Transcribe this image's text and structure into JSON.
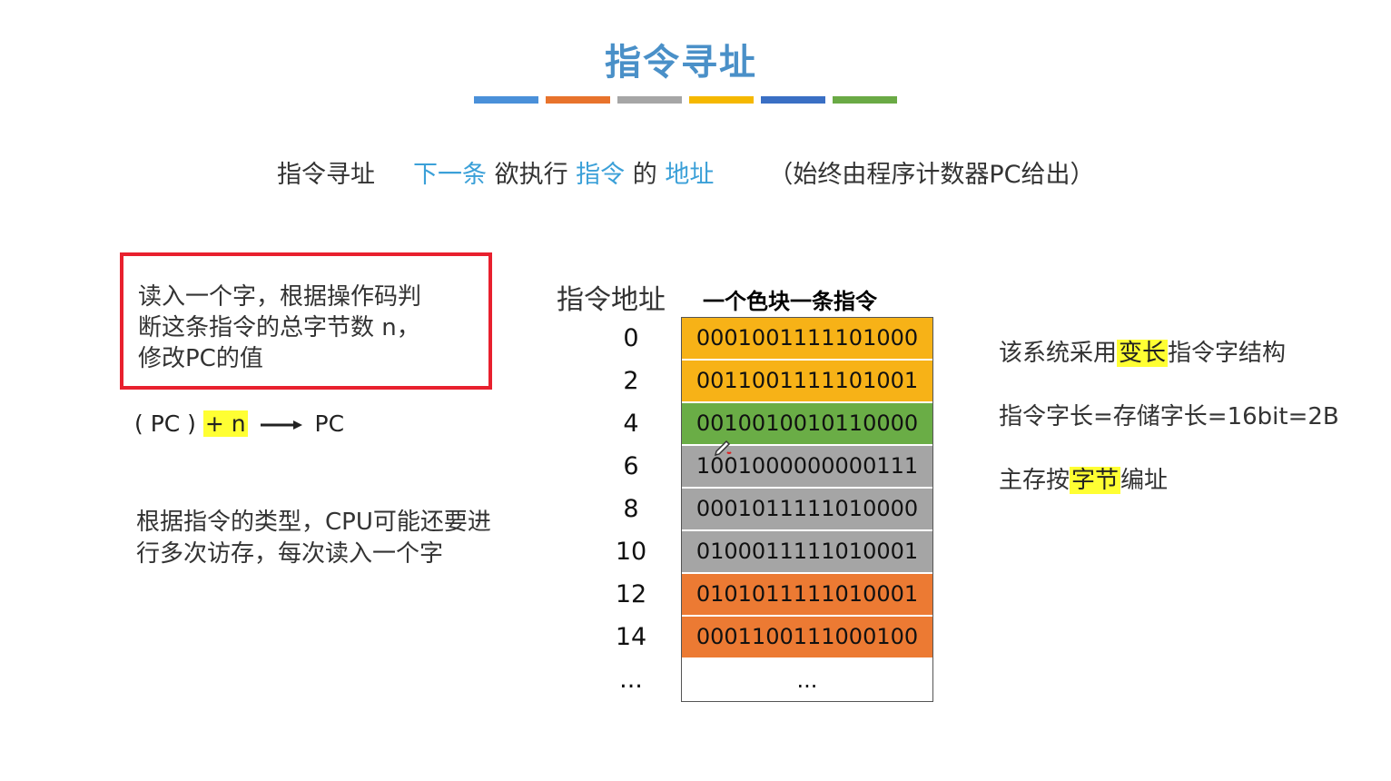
{
  "title": "指令寻址",
  "color_bar": [
    "#4a90d9",
    "#e8732c",
    "#a6a6a6",
    "#f5b800",
    "#3a6fc4",
    "#6aaa45"
  ],
  "subtitle": {
    "part1": "指令寻址",
    "part2": "下一条",
    "part3": " 欲执行 ",
    "part4": "指令",
    "part5": " 的 ",
    "part6": "地址",
    "part7": "（始终由程序计数器PC给出）"
  },
  "boxed_note": {
    "line1": "读入一个字，根据操作码判",
    "line2": "断这条指令的总字节数 n，",
    "line3": "修改PC的值"
  },
  "pc_update": {
    "left": "( PC )",
    "increment": "+ n",
    "right": "PC"
  },
  "note": {
    "line1": "根据指令的类型，CPU可能还要进",
    "line2": "行多次访存，每次读入一个字"
  },
  "memory": {
    "address_header": "指令地址",
    "color_header": "一个色块一条指令",
    "rows": [
      {
        "address": "0",
        "bits": "0001001111101000",
        "color": "#f7b217"
      },
      {
        "address": "2",
        "bits": "0011001111101001",
        "color": "#f7b217"
      },
      {
        "address": "4",
        "bits": "0010010010110000",
        "color": "#6aad46"
      },
      {
        "address": "6",
        "bits": "1001000000000111",
        "color": "#a5a5a5"
      },
      {
        "address": "8",
        "bits": "0001011111010000",
        "color": "#a5a5a5"
      },
      {
        "address": "10",
        "bits": "0100011111010001",
        "color": "#a5a5a5"
      },
      {
        "address": "12",
        "bits": "0101011111010001",
        "color": "#ec7a33"
      },
      {
        "address": "14",
        "bits": "0001100111000100",
        "color": "#ec7a33"
      },
      {
        "address": "...",
        "bits": "...",
        "color": "#ffffff"
      }
    ]
  },
  "facts": {
    "f1_pre": "该系统采用",
    "f1_hl": "变长",
    "f1_post": "指令字结构",
    "f2": "指令字长=存储字长=16bit=2B",
    "f3_pre": "主存按",
    "f3_hl": "字节",
    "f3_post": "编址"
  }
}
